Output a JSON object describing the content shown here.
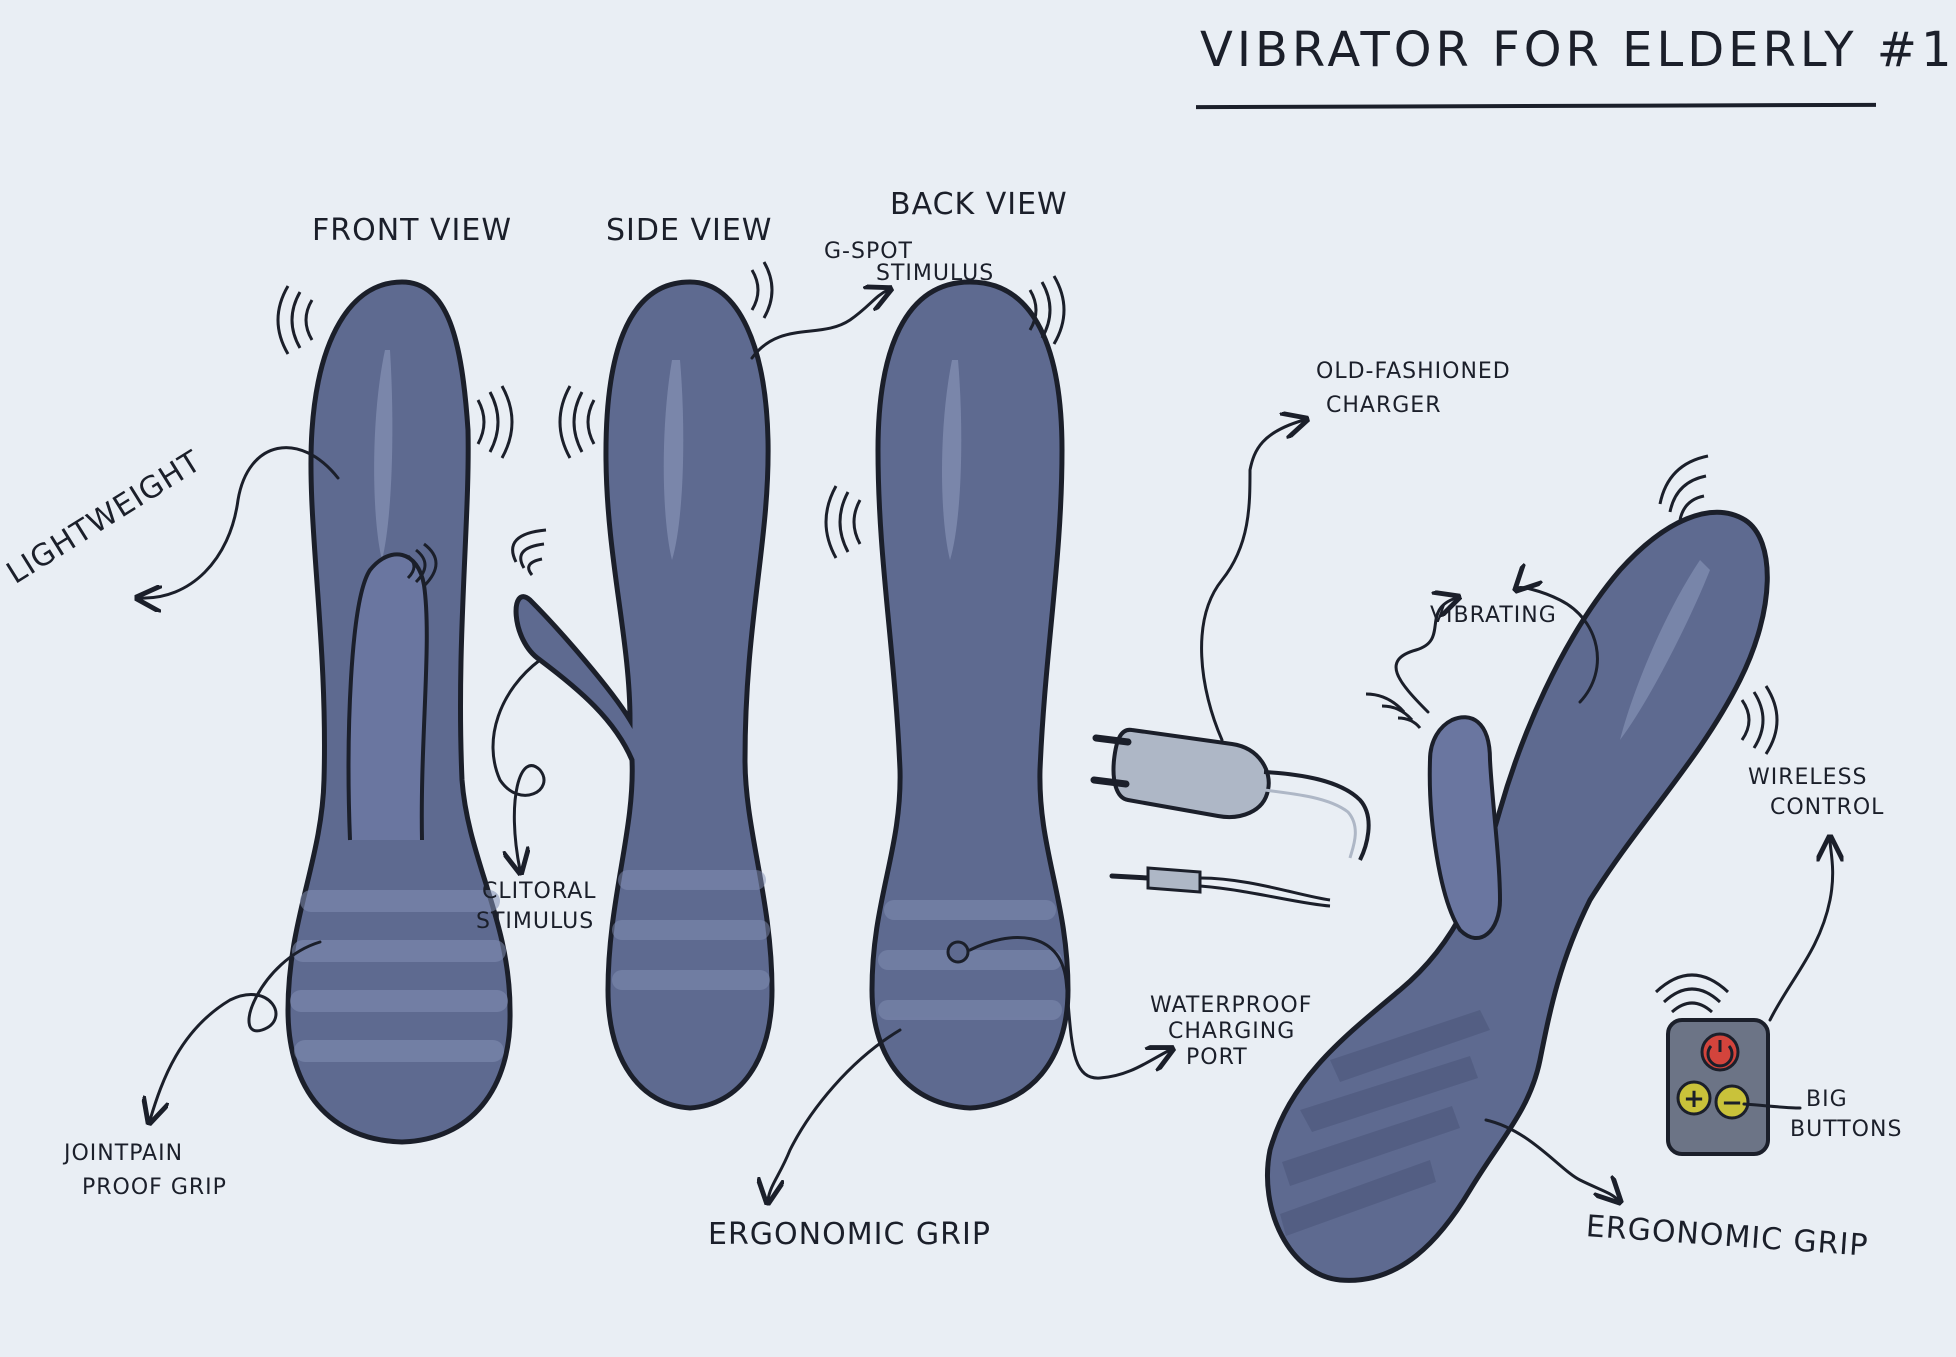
{
  "title": "VIBRATOR FOR ELDERLY #1",
  "views": {
    "front": "FRONT VIEW",
    "side": "SIDE VIEW",
    "back": "BACK VIEW"
  },
  "annotations": {
    "lightweight": "LIGHTWEIGHT",
    "jointpain_line1": "JOINTPAIN",
    "jointpain_line2": "PROOF GRIP",
    "gspot_line1": "G-SPOT",
    "gspot_line2": "STIMULUS",
    "clitoral_line1": "CLITORAL",
    "clitoral_line2": "STIMULUS",
    "ergonomic_grip_back": "ERGONOMIC GRIP",
    "waterproof_line1": "WATERPROOF",
    "waterproof_line2": "CHARGING",
    "waterproof_line3": "PORT",
    "charger_line1": "OLD-FASHIONED",
    "charger_line2": "CHARGER",
    "vibrating": "VIBRATING",
    "wireless_line1": "WIRELESS",
    "wireless_line2": "CONTROL",
    "big_buttons_line1": "BIG",
    "big_buttons_line2": "BUTTONS",
    "ergonomic_grip_right": "ERGONOMIC GRIP"
  },
  "remote": {
    "plus": "+",
    "minus": "−"
  },
  "colors": {
    "paper": "#e9eef4",
    "body": "#5e6a90",
    "body_light": "#8e9abd",
    "outline": "#1b1f2a",
    "power": "#d3443c",
    "buttons": "#c9c23a",
    "remote": "#6c7486",
    "plug": "#aeb7c6"
  }
}
